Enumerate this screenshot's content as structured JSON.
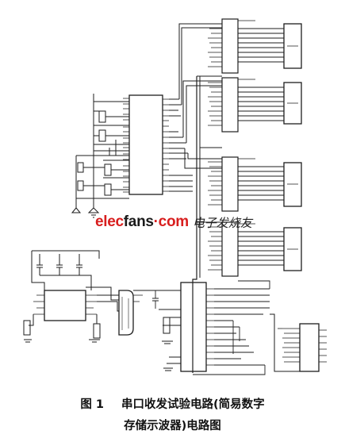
{
  "watermark": {
    "logo_pre": "elec",
    "logo_mid": "fans",
    "logo_post": "·com",
    "cn": "电子发烧友",
    "colors": {
      "red": "#d81e1e",
      "dark": "#1a1a1a"
    }
  },
  "caption": {
    "number": "图 1",
    "line1": "串口收发试验电路(简易数字",
    "line2": "存储示波器)电路图"
  },
  "colors": {
    "ink": "#1e1e1e",
    "paper": "#ffffff"
  }
}
